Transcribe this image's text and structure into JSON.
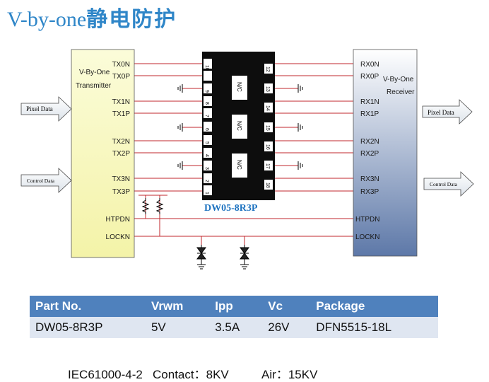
{
  "title": {
    "en": "V-by-one",
    "cn": "静电防护"
  },
  "transmitter": {
    "line1": "V-By-One",
    "line2": "Transmitter",
    "pins": [
      "TX0N",
      "TX0P",
      "TX1N",
      "TX1P",
      "TX2N",
      "TX2P",
      "TX3N",
      "TX3P",
      "HTPDN",
      "LOCKN"
    ]
  },
  "receiver": {
    "line1": "V-By-One",
    "line2": "Receiver",
    "pins": [
      "RX0N",
      "RX0P",
      "RX1N",
      "RX1P",
      "RX2N",
      "RX2P",
      "RX3N",
      "RX3P",
      "HTPDN",
      "LOCKN"
    ]
  },
  "chip": {
    "name": "DW05-8R3P",
    "nc": "N/C",
    "left_pins": [
      "10",
      "9",
      "8",
      "7",
      "6",
      "5",
      "4",
      "3",
      "2",
      "1"
    ],
    "right_pins": [
      "12",
      "13",
      "14",
      "15",
      "16",
      "17",
      "18"
    ]
  },
  "arrows": {
    "pixel_in": "Pixel Data",
    "control_in": "Control Data",
    "pixel_out": "Pixel Data",
    "control_out": "Control Data"
  },
  "table": {
    "headers": [
      "Part No.",
      "Vrwm",
      "Ipp",
      "Vc",
      "Package"
    ],
    "rows": [
      [
        "DW05-8R3P",
        "5V",
        "3.5A",
        "26V",
        "DFN5515-18L"
      ]
    ]
  },
  "footer": {
    "standard": "IEC61000-4-2",
    "contact_label": "Contact：",
    "contact_value": "8KV",
    "air_label": "Air：",
    "air_value": "15KV"
  },
  "colors": {
    "title": "#2f86c8",
    "wire": "#c0272d",
    "chip_label": "#1e73c0",
    "table_header": "#4f81bd"
  }
}
